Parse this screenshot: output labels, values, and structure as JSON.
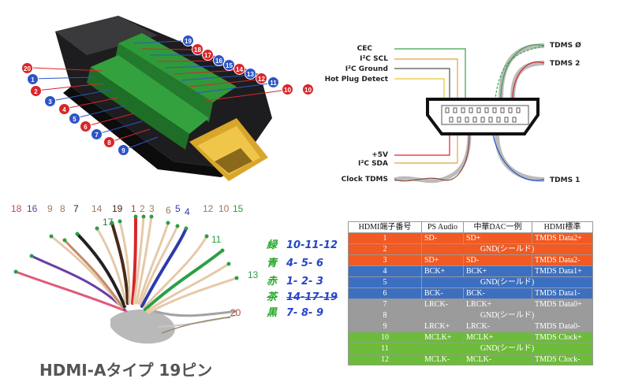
{
  "connector": {
    "pins_right": [
      "19",
      "18",
      "17",
      "16",
      "15",
      "14",
      "13",
      "12",
      "11",
      "10",
      "10"
    ],
    "pins_left": [
      "20",
      "1",
      "2",
      "3",
      "4",
      "5",
      "6",
      "7",
      "8",
      "9"
    ]
  },
  "pinout": {
    "left_labels": [
      "CEC",
      "I²C SCL",
      "I²C Ground",
      "Hot Plug Detect",
      "+5V",
      "I²C SDA",
      "Clock TDMS"
    ],
    "right_labels": [
      "TDMS Ø",
      "TDMS 2",
      "TDMS 1"
    ]
  },
  "cable": {
    "wire_numbers": [
      "18",
      "16",
      "9",
      "8",
      "7",
      "14",
      "19",
      "17",
      "1",
      "2",
      "3",
      "6",
      "5",
      "4",
      "12",
      "10",
      "15",
      "11",
      "13",
      "20"
    ],
    "caption": "HDMI-Aタイプ 19ピン"
  },
  "color_legend": [
    {
      "color": "緑",
      "numbers": "10-11-12"
    },
    {
      "color": "青",
      "numbers": "4- 5- 6"
    },
    {
      "color": "赤",
      "numbers": "1- 2- 3"
    },
    {
      "color": "茶",
      "numbers": "14-17-19"
    },
    {
      "color": "黒",
      "numbers": "7- 8- 9"
    }
  ],
  "pin_table": {
    "headers": [
      "HDMI端子番号",
      "PS Audio",
      "中華DAC一例",
      "HDMI標準"
    ],
    "rows": [
      {
        "num": "1",
        "ps": "SD-",
        "dac": "SD+",
        "std": "TMDS Data2+",
        "span": "",
        "color": "orange"
      },
      {
        "num": "2",
        "ps": "",
        "dac": "",
        "std": "",
        "span": "GND(シールド)",
        "color": "orange"
      },
      {
        "num": "3",
        "ps": "SD+",
        "dac": "SD-",
        "std": "TMDS Data2-",
        "span": "",
        "color": "orange"
      },
      {
        "num": "4",
        "ps": "BCK+",
        "dac": "BCK+",
        "std": "TMDS Data1+",
        "span": "",
        "color": "blue"
      },
      {
        "num": "5",
        "ps": "",
        "dac": "",
        "std": "",
        "span": "GND(シールド)",
        "color": "blue"
      },
      {
        "num": "6",
        "ps": "BCK-",
        "dac": "BCK-",
        "std": "TMDS Data1-",
        "span": "",
        "color": "blue"
      },
      {
        "num": "7",
        "ps": "LRCK-",
        "dac": "LRCK+",
        "std": "TMDS Data0+",
        "span": "",
        "color": "gray"
      },
      {
        "num": "8",
        "ps": "",
        "dac": "",
        "std": "",
        "span": "GND(シールド)",
        "color": "gray"
      },
      {
        "num": "9",
        "ps": "LRCK+",
        "dac": "LRCK-",
        "std": "TMDS Data0-",
        "span": "",
        "color": "gray"
      },
      {
        "num": "10",
        "ps": "MCLK+",
        "dac": "MCLK+",
        "std": "TMDS Clock+",
        "span": "",
        "color": "green"
      },
      {
        "num": "11",
        "ps": "",
        "dac": "",
        "std": "",
        "span": "GND(シールド)",
        "color": "green"
      },
      {
        "num": "12",
        "ps": "MCLK-",
        "dac": "MCLK-",
        "std": "TMDS Clock-",
        "span": "",
        "color": "green"
      }
    ]
  }
}
